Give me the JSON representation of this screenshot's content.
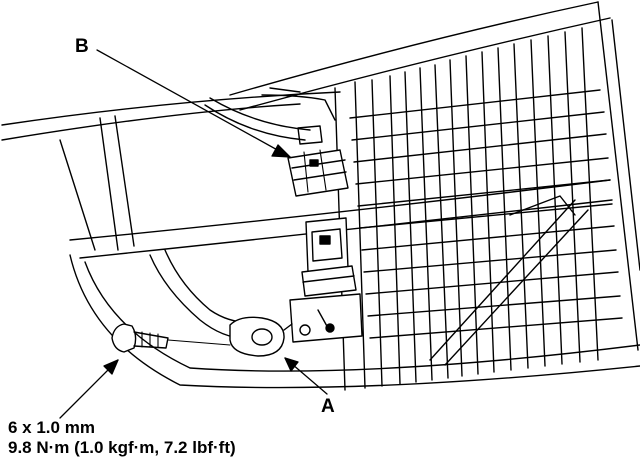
{
  "labels": {
    "callout_b": "B",
    "callout_a": "A"
  },
  "bolt_spec": {
    "size": "6 x 1.0 mm",
    "torque": "9.8 N·m (1.0 kgf·m, 7.2 lbf·ft)"
  },
  "colors": {
    "line": "#000000",
    "background": "#ffffff"
  }
}
